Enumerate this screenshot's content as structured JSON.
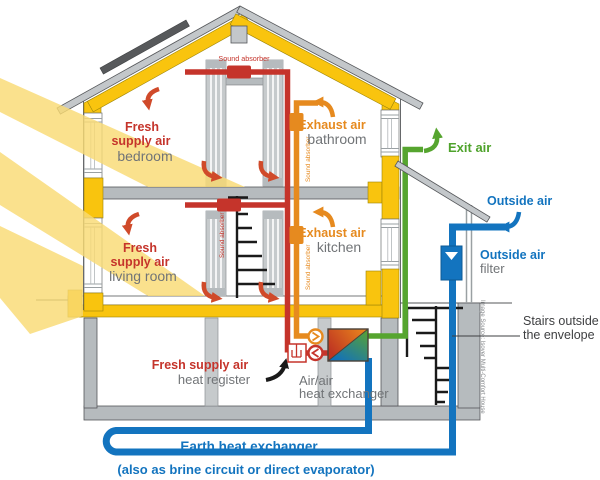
{
  "colors": {
    "supply_red": "#c5342b",
    "exhaust_orange": "#e68a1f",
    "exit_green": "#4fa32c",
    "outside_blue": "#1374bf",
    "insulation_yellow": "#f9c40e",
    "sunbeam_yellow": "#f9db74",
    "wall_gray": "#b6bbbe",
    "room_text_gray": "#717477"
  },
  "labels": {
    "sound_absorber_top": "Sound absorber",
    "sound_absorber_mid": "Sound absorber",
    "sound_absorber_bathroom": "Sound absorber",
    "sound_absorber_kitchen": "Sound absorber",
    "bedroom_supply_line1": "Fresh",
    "bedroom_supply_line2": "supply air",
    "bedroom_room": "bedroom",
    "bathroom_exhaust": "Exhaust air",
    "bathroom_room": "bathroom",
    "living_supply_line1": "Fresh",
    "living_supply_line2": "supply air",
    "living_room": "living room",
    "kitchen_exhaust": "Exhaust air",
    "kitchen_room": "kitchen",
    "exit_air": "Exit air",
    "outside_air": "Outside air",
    "outside_air_filter": "Outside air",
    "filter": "filter",
    "register_supply": "Fresh supply air",
    "register_sub": "heat register",
    "hx_line1": "Air/air",
    "hx_line2": "heat exchanger",
    "stairs_line1": "Stairs outside",
    "stairs_line2": "the envelope",
    "earth_hx": "Earth heat exchanger",
    "earth_hx_sub": "(also as brine circuit or direct evaporator)",
    "credit": "Image Source: Isover Multi-Comfort House"
  }
}
